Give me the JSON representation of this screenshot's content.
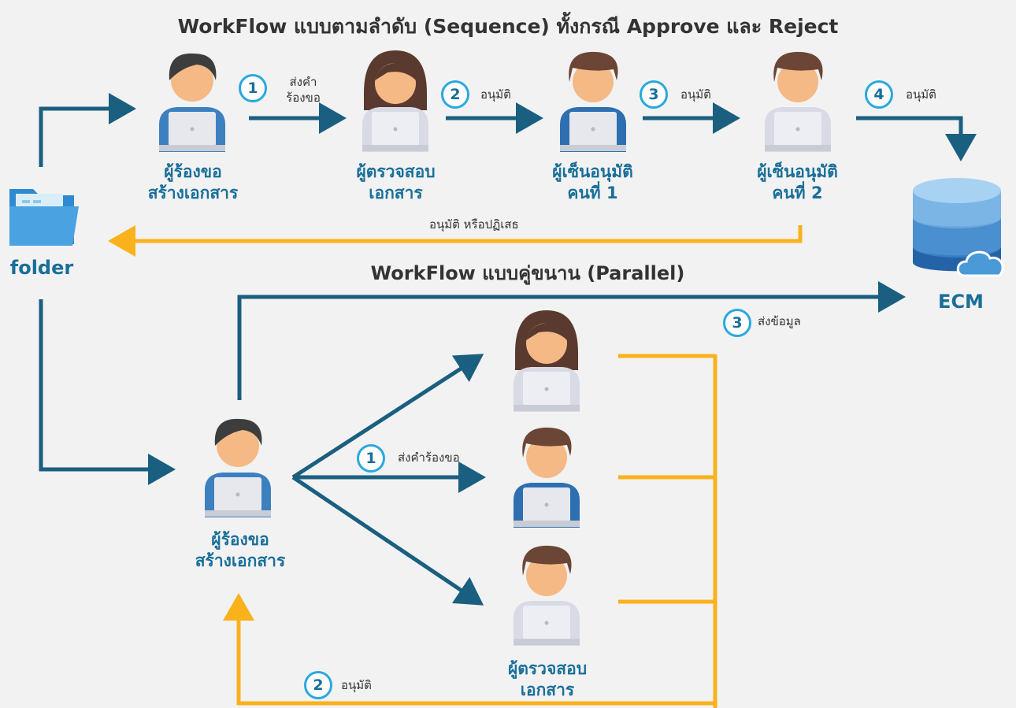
{
  "title_sequence": "WorkFlow แบบตามลำดับ (Sequence) ทั้งกรณี Approve และ Reject",
  "title_parallel": "WorkFlow แบบคู่ขนาน (Parallel)",
  "folder_label": "folder",
  "ecm_label": "ECM",
  "sequence": {
    "nodes": [
      {
        "line1": "ผู้ร้องขอ",
        "line2": "สร้างเอกสาร"
      },
      {
        "line1": "ผู้ตรวจสอบ",
        "line2": "เอกสาร"
      },
      {
        "line1": "ผู้เซ็นอนุมัติ",
        "line2": "คนที่ 1"
      },
      {
        "line1": "ผู้เซ็นอนุมัติ",
        "line2": "คนที่ 2"
      }
    ],
    "steps": [
      {
        "num": "1",
        "line1": "ส่งคำ",
        "line2": "ร้องขอ"
      },
      {
        "num": "2",
        "label": "อนุมัติ"
      },
      {
        "num": "3",
        "label": "อนุมัติ"
      },
      {
        "num": "4",
        "label": "อนุมัติ"
      }
    ],
    "return_label": "อนุมัติ หรือปฏิเสธ"
  },
  "parallel": {
    "requester": {
      "line1": "ผู้ร้องขอ",
      "line2": "สร้างเอกสาร"
    },
    "reviewers": {
      "line1": "ผู้ตรวจสอบ",
      "line2": "เอกสาร"
    },
    "steps": [
      {
        "num": "1",
        "label": "ส่งคำร้องขอ"
      },
      {
        "num": "2",
        "label": "อนุมัติ"
      },
      {
        "num": "3",
        "label": "ส่งข้อมูล"
      }
    ]
  },
  "colors": {
    "flow": "#1a5f7f",
    "return": "#f9b21c",
    "badge": "#29a8e0",
    "label": "#1a6f99"
  }
}
